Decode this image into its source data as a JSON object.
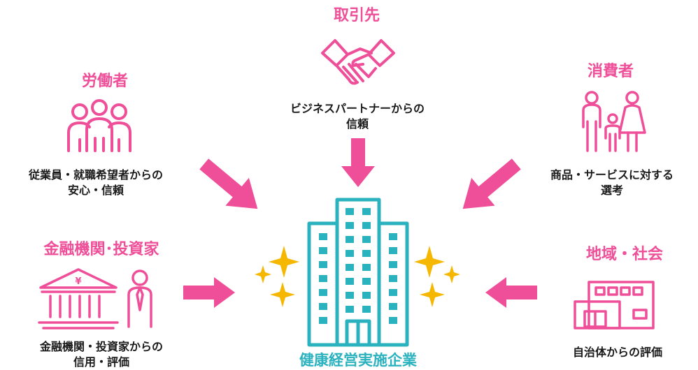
{
  "center": {
    "label": "健康経営実施企業"
  },
  "colors": {
    "accent": "#ef4f98",
    "building": "#2bb2bf",
    "sparkle": "#f5b700",
    "text": "#1a1a1a"
  },
  "stakeholders": {
    "partners": {
      "title": "取引先",
      "icon": "handshake-icon",
      "desc": [
        "ビジネスパートナーからの",
        "信頼"
      ]
    },
    "workers": {
      "title": "労働者",
      "icon": "people-group-icon",
      "desc": [
        "従業員・就職希望者からの",
        "安心・信頼"
      ]
    },
    "consumers": {
      "title": "消費者",
      "icon": "family-icon",
      "desc": [
        "商品・サービスに対する",
        "選考"
      ]
    },
    "finance": {
      "title": "金融機関･投資家",
      "icon": "bank-and-investor-icon",
      "desc": [
        "金融機関・投資家からの",
        "信用・評価"
      ]
    },
    "community": {
      "title": "地域・社会",
      "icon": "store-building-icon",
      "desc": [
        "自治体からの評価"
      ]
    }
  }
}
